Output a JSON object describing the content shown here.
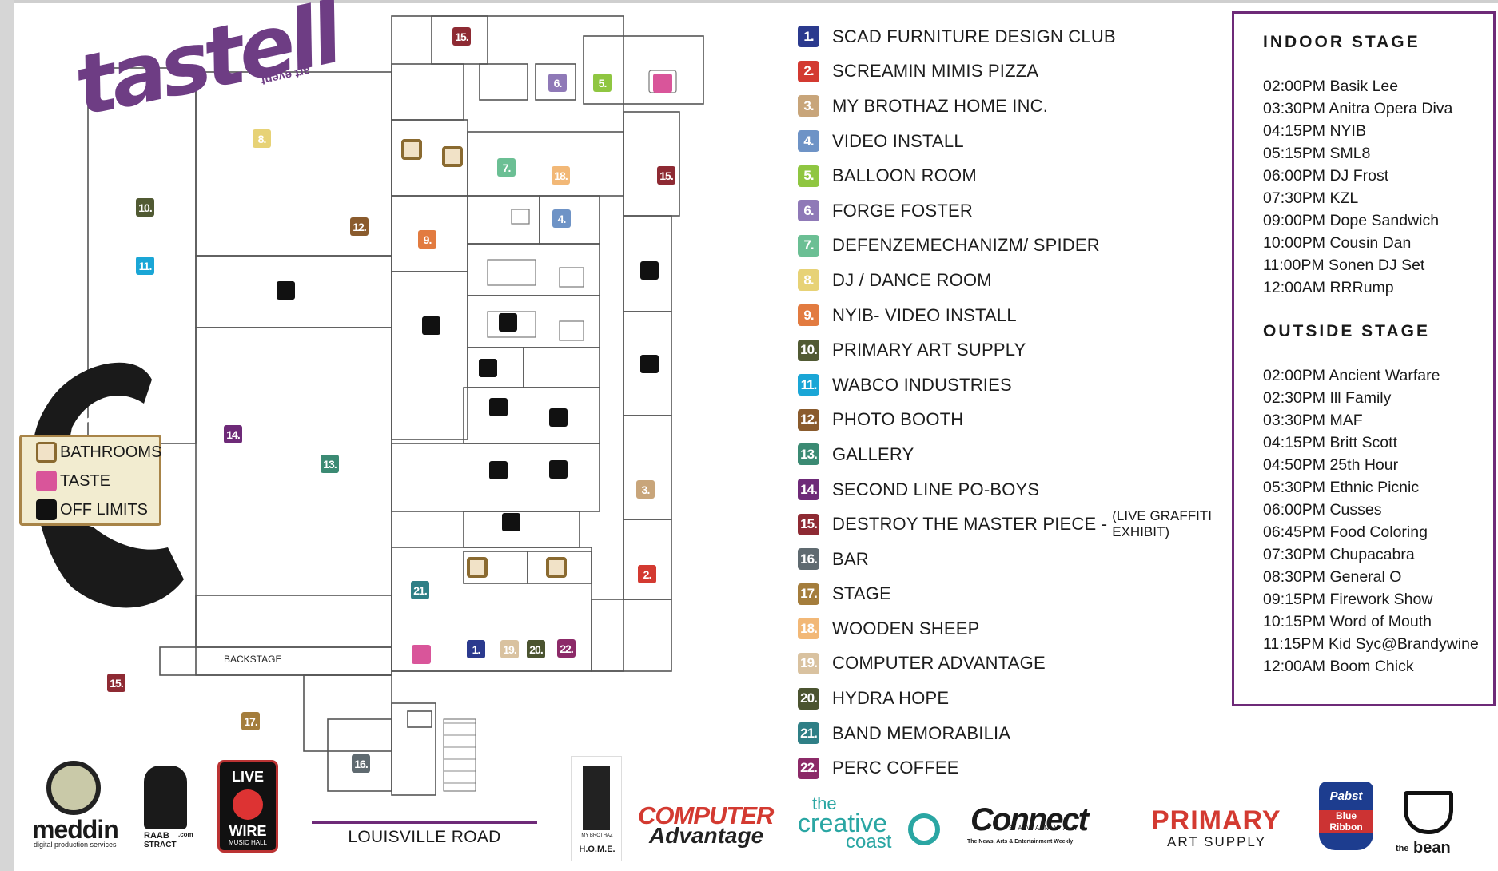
{
  "legend_items": [
    {
      "num": "1.",
      "label": "SCAD FURNITURE DESIGN CLUB",
      "color": "#2b3a8e"
    },
    {
      "num": "2.",
      "label": "SCREAMIN MIMIS PIZZA",
      "color": "#d33a31"
    },
    {
      "num": "3.",
      "label": "MY BROTHAZ HOME INC.",
      "color": "#c8a57a"
    },
    {
      "num": "4.",
      "label": "VIDEO INSTALL",
      "color": "#6e93c6"
    },
    {
      "num": "5.",
      "label": "BALLOON ROOM",
      "color": "#8fc641"
    },
    {
      "num": "6.",
      "label": "FORGE FOSTER",
      "color": "#8f79b7"
    },
    {
      "num": "7.",
      "label": "DEFENZEMECHANIZM/ SPIDER",
      "color": "#6bbf94"
    },
    {
      "num": "8.",
      "label": "DJ / DANCE ROOM",
      "color": "#e7d276"
    },
    {
      "num": "9.",
      "label": "NYIB- VIDEO INSTALL",
      "color": "#e27b40"
    },
    {
      "num": "10.",
      "label": "PRIMARY ART SUPPLY",
      "color": "#515a33"
    },
    {
      "num": "11.",
      "label": "WABCO INDUSTRIES",
      "color": "#1aa6d6"
    },
    {
      "num": "12.",
      "label": "PHOTO BOOTH",
      "color": "#8a5b2d"
    },
    {
      "num": "13.",
      "label": "GALLERY",
      "color": "#3b8a73"
    },
    {
      "num": "14.",
      "label": "SECOND LINE PO-BOYS",
      "color": "#6e2a78"
    },
    {
      "num": "15.",
      "label": "DESTROY THE MASTER PIECE -",
      "sub": "(LIVE GRAFFITI EXHIBIT)",
      "color": "#8e2a33"
    },
    {
      "num": "16.",
      "label": "BAR",
      "color": "#5f6a70"
    },
    {
      "num": "17.",
      "label": "STAGE",
      "color": "#a47d3c"
    },
    {
      "num": "18.",
      "label": "WOODEN SHEEP",
      "color": "#f2b877"
    },
    {
      "num": "19.",
      "label": "COMPUTER ADVANTAGE",
      "color": "#d9c2a0"
    },
    {
      "num": "20.",
      "label": "HYDRA HOPE",
      "color": "#4b5430"
    },
    {
      "num": "21.",
      "label": "BAND MEMORABILIA",
      "color": "#2f7f86"
    },
    {
      "num": "22.",
      "label": "PERC COFFEE",
      "color": "#8c2a68"
    }
  ],
  "schedule": {
    "indoor_title": "INDOOR STAGE",
    "indoor": [
      "02:00PM Basik Lee",
      "03:30PM Anitra Opera Diva",
      "04:15PM NYIB",
      "05:15PM SML8",
      "06:00PM DJ Frost",
      "07:30PM KZL",
      "09:00PM Dope Sandwich",
      "10:00PM Cousin Dan",
      "11:00PM Sonen DJ Set",
      "12:00AM RRRump"
    ],
    "outside_title": "OUTSIDE STAGE",
    "outside": [
      "02:00PM Ancient Warfare",
      "02:30PM Ill Family",
      "03:30PM MAF",
      "04:15PM Britt Scott",
      "04:50PM 25th Hour",
      "05:30PM Ethnic Picnic",
      "06:00PM Cusses",
      "06:45PM Food Coloring",
      "07:30PM Chupacabra",
      "08:30PM General O",
      "09:15PM Firework Show",
      "10:15PM Word of Mouth",
      "11:15PM Kid Syc@Brandywine",
      "12:00AM Boom Chick"
    ]
  },
  "map": {
    "logo_title": "tastell",
    "logo_sub": "art event",
    "road_label": "LOUISVILLE ROAD",
    "backstage_label": "BACKSTAGE",
    "key": {
      "bathrooms": "BATHROOMS",
      "taste": "TASTE",
      "off_limits": "OFF LIMITS",
      "bath_color": "#f1e2c7",
      "taste_color": "#d9559a",
      "off_color": "#111111"
    },
    "markers": [
      {
        "num": "15.",
        "color": "#8e2a33"
      },
      {
        "num": "6.",
        "color": "#8f79b7"
      },
      {
        "num": "5.",
        "color": "#8fc641"
      },
      {
        "num": "8.",
        "color": "#e7d276"
      },
      {
        "num": "7.",
        "color": "#6bbf94"
      },
      {
        "num": "18.",
        "color": "#f2b877"
      },
      {
        "num": "15.",
        "color": "#8e2a33"
      },
      {
        "num": "10.",
        "color": "#515a33"
      },
      {
        "num": "12.",
        "color": "#8a5b2d"
      },
      {
        "num": "9.",
        "color": "#e27b40"
      },
      {
        "num": "4.",
        "color": "#6e93c6"
      },
      {
        "num": "11.",
        "color": "#1aa6d6"
      },
      {
        "num": "14.",
        "color": "#6e2a78"
      },
      {
        "num": "13.",
        "color": "#3b8a73"
      },
      {
        "num": "3.",
        "color": "#c8a57a"
      },
      {
        "num": "2.",
        "color": "#d33a31"
      },
      {
        "num": "21.",
        "color": "#2f7f86"
      },
      {
        "num": "1.",
        "color": "#2b3a8e"
      },
      {
        "num": "19.",
        "color": "#d9c2a0"
      },
      {
        "num": "20.",
        "color": "#4b5430"
      },
      {
        "num": "22.",
        "color": "#8c2a68"
      },
      {
        "num": "15.",
        "color": "#8e2a33"
      },
      {
        "num": "17.",
        "color": "#a47d3c"
      },
      {
        "num": "16.",
        "color": "#5f6a70"
      }
    ]
  },
  "sponsors": {
    "meddin": "meddin",
    "meddin_sub": "digital production services",
    "raab": "RAAB",
    "raab_sub": "STRACT",
    "raab_com": ".com",
    "livewire_1": "LIVE",
    "livewire_2": "WIRE",
    "livewire_3": "MUSIC HALL",
    "brothaz_1": "MY BROTHAZ",
    "brothaz_2": "H.O.M.E.",
    "computer_1": "COMPUTER",
    "computer_2": "Advantage",
    "creative_1": "the",
    "creative_2": "creative",
    "creative_3": "coast",
    "connect": "Connect",
    "connect_city": "SAVANNAH",
    "connect_sub": "The News, Arts & Entertainment Weekly",
    "primary_1": "PRIMARY",
    "primary_2": "ART SUPPLY",
    "pabst_1": "Pabst",
    "pabst_2": "Blue Ribbon",
    "bean_1": "the",
    "bean_2": "bean"
  }
}
